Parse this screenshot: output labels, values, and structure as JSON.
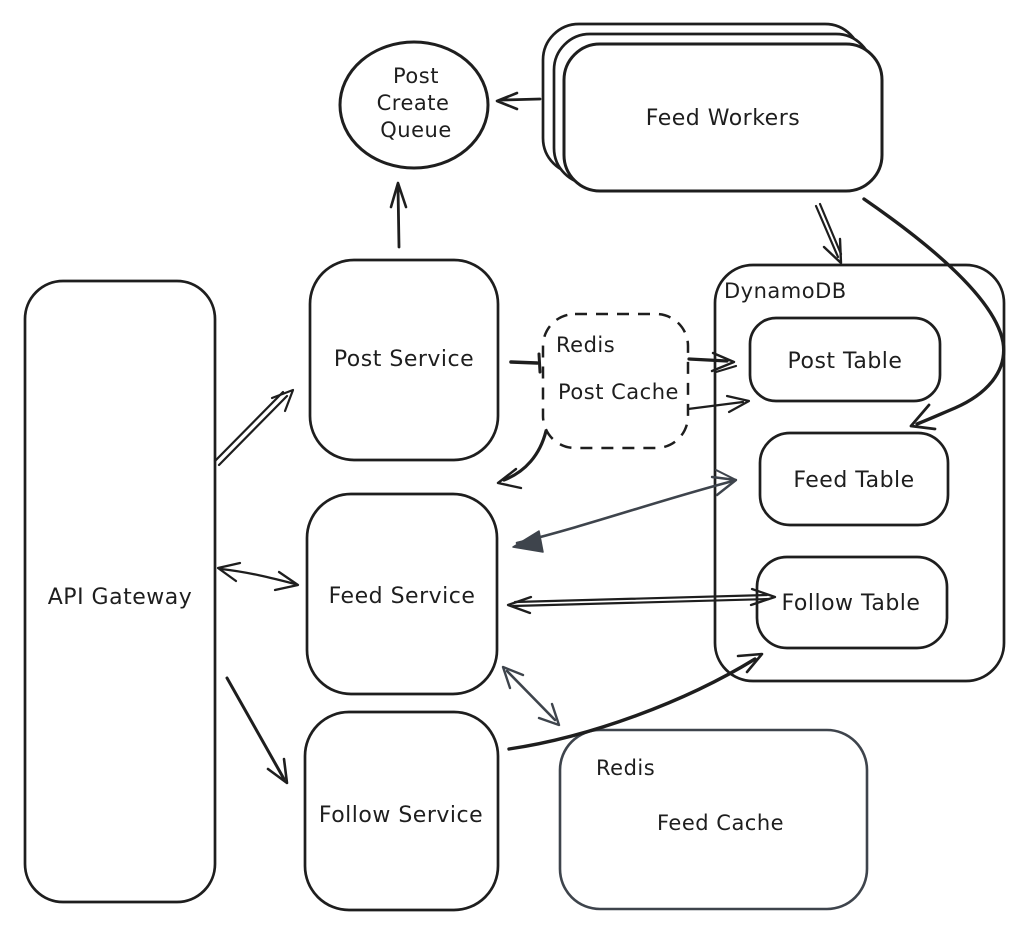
{
  "diagram": {
    "type": "architecture-sketch",
    "colors": {
      "ink": "#1e1e1e",
      "slate": "#3e444c",
      "bg": "#ffffff"
    },
    "nodes": {
      "post_create_queue": {
        "shape": "ellipse",
        "label_line1": "Post",
        "label_line2": "Create",
        "label_line3": "Queue"
      },
      "feed_workers": {
        "shape": "stacked-rectangles",
        "label": "Feed Workers"
      },
      "api_gateway": {
        "shape": "rectangle",
        "label": "API Gateway"
      },
      "post_service": {
        "shape": "rectangle",
        "label": "Post Service"
      },
      "redis_post_cache": {
        "shape": "dashed-rectangle",
        "label_line1": "Redis",
        "label_line2": "Post Cache"
      },
      "dynamodb": {
        "shape": "container-rectangle",
        "label": "DynamoDB"
      },
      "post_table": {
        "shape": "rectangle",
        "label": "Post Table"
      },
      "feed_table": {
        "shape": "rectangle",
        "label": "Feed Table"
      },
      "follow_table": {
        "shape": "rectangle",
        "label": "Follow Table"
      },
      "feed_service": {
        "shape": "rectangle",
        "label": "Feed Service"
      },
      "follow_service": {
        "shape": "rectangle",
        "label": "Follow Service"
      },
      "redis_feed_cache": {
        "shape": "rectangle",
        "color": "slate",
        "label_line1": "Redis",
        "label_line2": "Feed Cache"
      }
    },
    "edges": [
      {
        "from": "feed_workers",
        "to": "post_create_queue",
        "direction": "one-way",
        "color": "ink"
      },
      {
        "from": "post_service",
        "to": "post_create_queue",
        "direction": "one-way",
        "color": "ink"
      },
      {
        "from": "api_gateway",
        "to": "post_service",
        "direction": "one-way",
        "color": "ink",
        "style": "double-shaft"
      },
      {
        "from": "api_gateway",
        "to": "feed_service",
        "direction": "two-way",
        "color": "ink"
      },
      {
        "from": "api_gateway",
        "to": "follow_service",
        "direction": "one-way",
        "color": "ink"
      },
      {
        "from": "post_service",
        "to": "redis_post_cache",
        "direction": "one-way",
        "color": "ink",
        "style": "bar-terminator"
      },
      {
        "from": "redis_post_cache",
        "to": "post_table",
        "direction": "one-way",
        "color": "ink",
        "style": "upper"
      },
      {
        "from": "redis_post_cache",
        "to": "post_table",
        "direction": "one-way",
        "color": "ink",
        "style": "lower"
      },
      {
        "from": "redis_post_cache",
        "to": "feed_service",
        "direction": "one-way",
        "color": "ink",
        "style": "curved"
      },
      {
        "from": "feed_workers",
        "to": "dynamodb",
        "direction": "one-way",
        "color": "ink",
        "style": "double-shaft"
      },
      {
        "from": "feed_workers",
        "to": "feed_table",
        "direction": "one-way",
        "color": "ink",
        "style": "big-right-curve"
      },
      {
        "from": "feed_service",
        "to": "feed_table",
        "direction": "two-way",
        "color": "slate"
      },
      {
        "from": "feed_service",
        "to": "follow_table",
        "direction": "two-way",
        "color": "ink",
        "style": "double-shaft"
      },
      {
        "from": "feed_service",
        "to": "redis_feed_cache",
        "direction": "two-way",
        "color": "slate"
      },
      {
        "from": "follow_service",
        "to": "follow_table",
        "direction": "one-way",
        "color": "ink",
        "style": "curved"
      }
    ]
  }
}
